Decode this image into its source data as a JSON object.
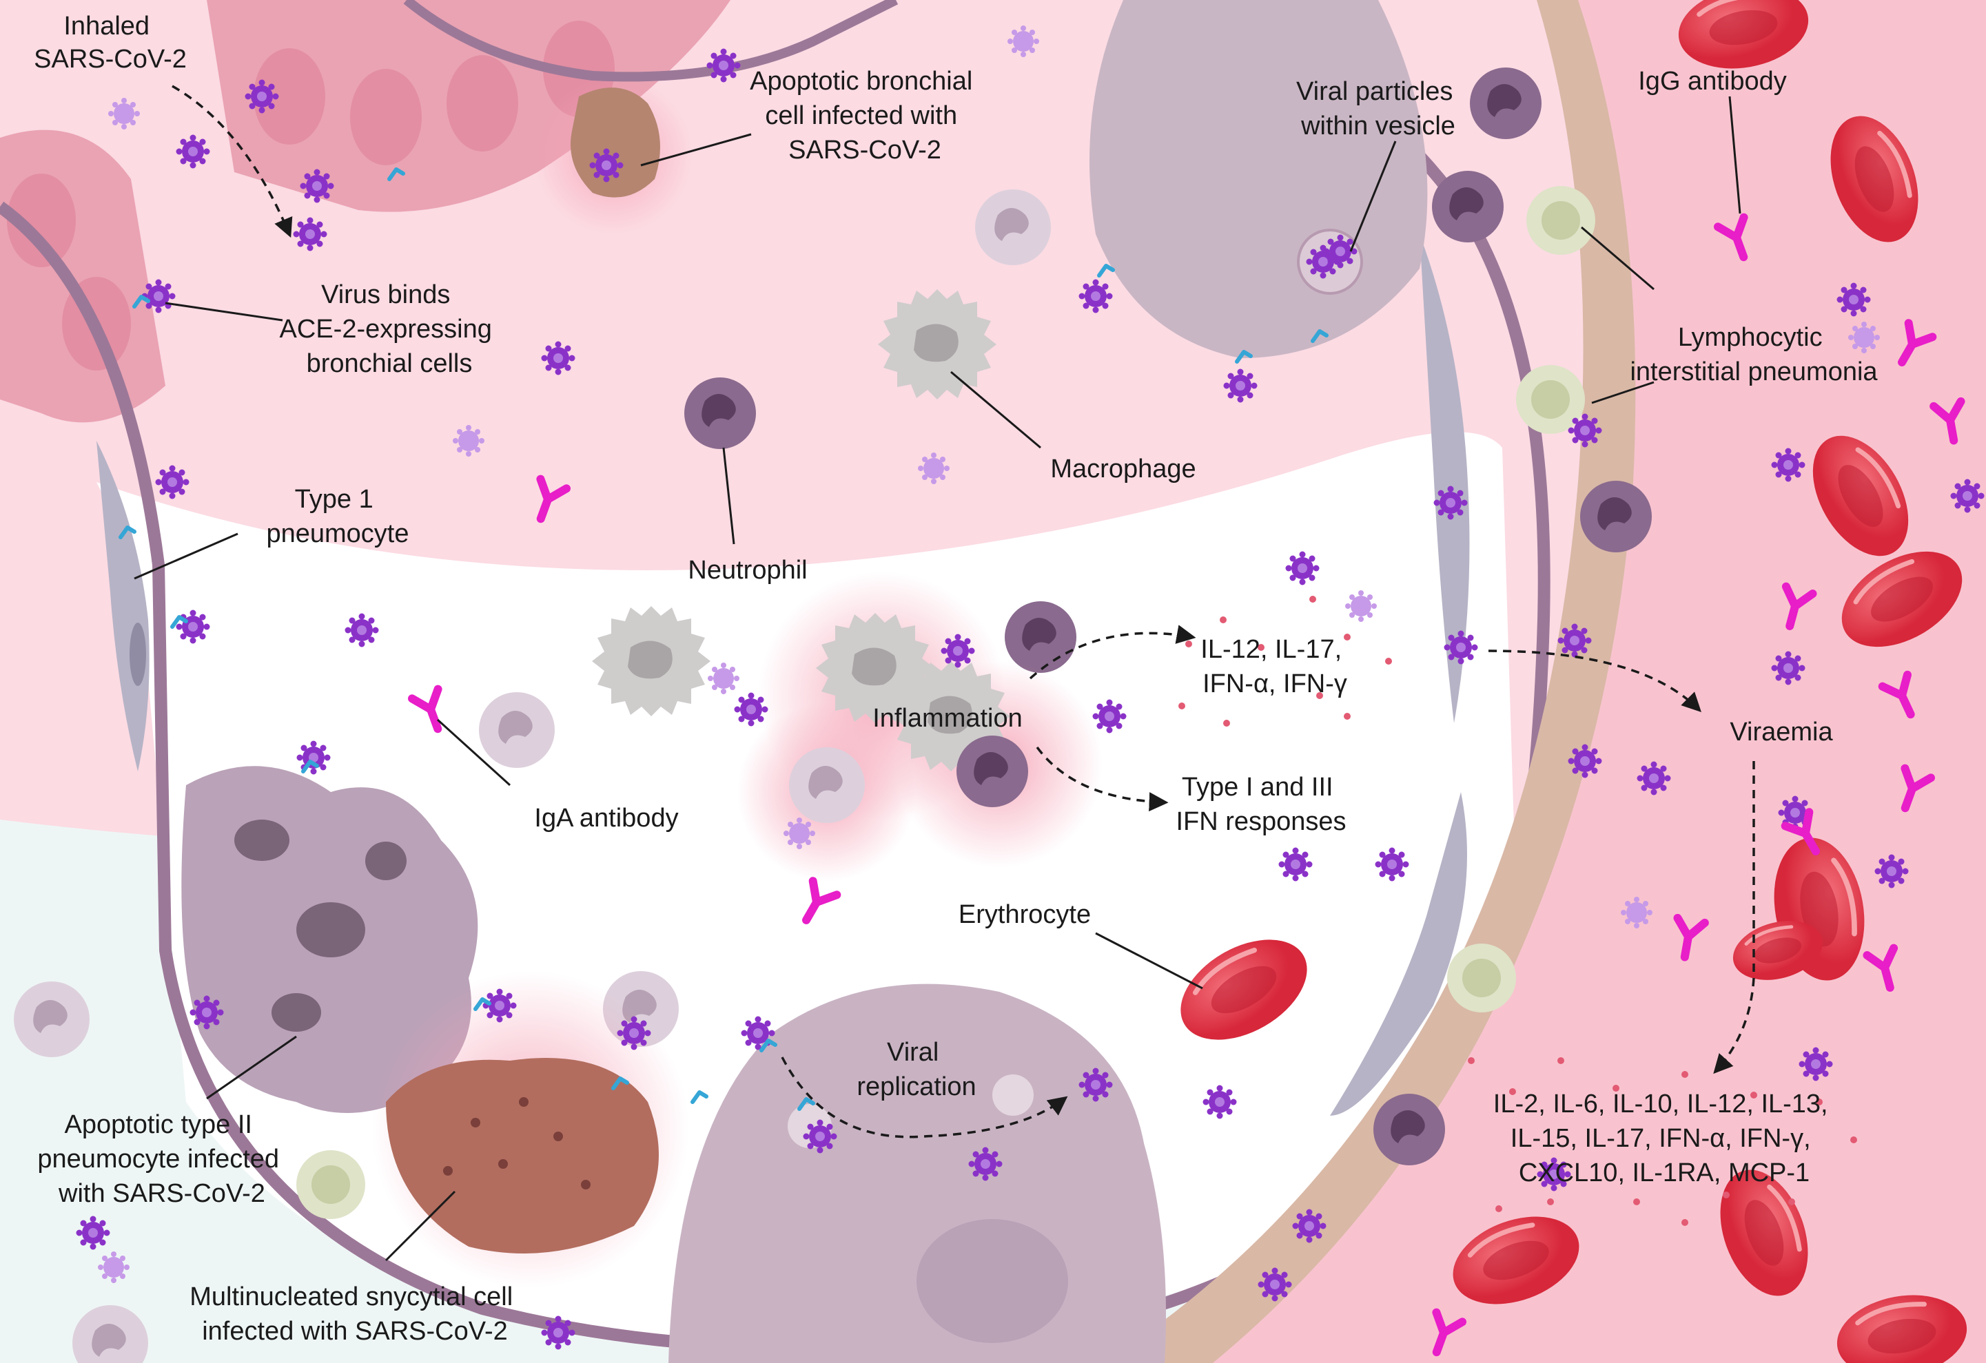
{
  "labels": {
    "inhaled": [
      "Inhaled",
      "SARS-CoV-2"
    ],
    "virus_binds": [
      "Virus binds",
      "ACE-2-expressing",
      "bronchial cells"
    ],
    "apoptotic_bronchial": [
      "Apoptotic bronchial",
      "cell infected with",
      "SARS-CoV-2"
    ],
    "viral_particles": [
      "Viral particles",
      "within vesicle"
    ],
    "igg": [
      "IgG antibody"
    ],
    "lymphocytic": [
      "Lymphocytic",
      "interstitial pneumonia"
    ],
    "macrophage": [
      "Macrophage"
    ],
    "type1": [
      "Type 1",
      "pneumocyte"
    ],
    "neutrophil": [
      "Neutrophil"
    ],
    "cytokines_local": [
      "IL-12, IL-17,",
      "IFN-α, IFN-γ"
    ],
    "inflammation": [
      "Inflammation"
    ],
    "ifn_responses": [
      "Type I and III",
      "IFN responses"
    ],
    "viraemia": [
      "Viraemia"
    ],
    "iga": [
      "IgA antibody"
    ],
    "erythrocyte": [
      "Erythrocyte"
    ],
    "viral_replication": [
      "Viral",
      "replication"
    ],
    "apoptotic_type2": [
      "Apoptotic type II",
      "pneumocyte infected",
      "with SARS-CoV-2"
    ],
    "syncytial": [
      "Multinucleated snycytial cell",
      "infected with SARS-CoV-2"
    ],
    "cytokines_systemic": [
      "IL-2, IL-6, IL-10, IL-12, IL-13,",
      "IL-15, IL-17, IFN-α, IFN-γ,",
      "CXCL10, IL-1RA, MCP-1"
    ]
  },
  "colors": {
    "background": "#eef6f5",
    "airway": "#fcdbe3",
    "alveolus": "#ffffff",
    "wall": "#9c7898",
    "vessel": "#f6b7c6",
    "virus": "#8a32c8",
    "antibody": "#e81ec8",
    "erythrocyte": "#e0303e",
    "neutrophil": "#8a6a8e",
    "macrophage": "#c7b4c4",
    "inflammation_glow": "#f5a3b6"
  },
  "icons": [
    "virus-particle",
    "antibody",
    "ace2-receptor",
    "red-blood-cell",
    "neutrophil",
    "macrophage",
    "lymphocyte"
  ]
}
